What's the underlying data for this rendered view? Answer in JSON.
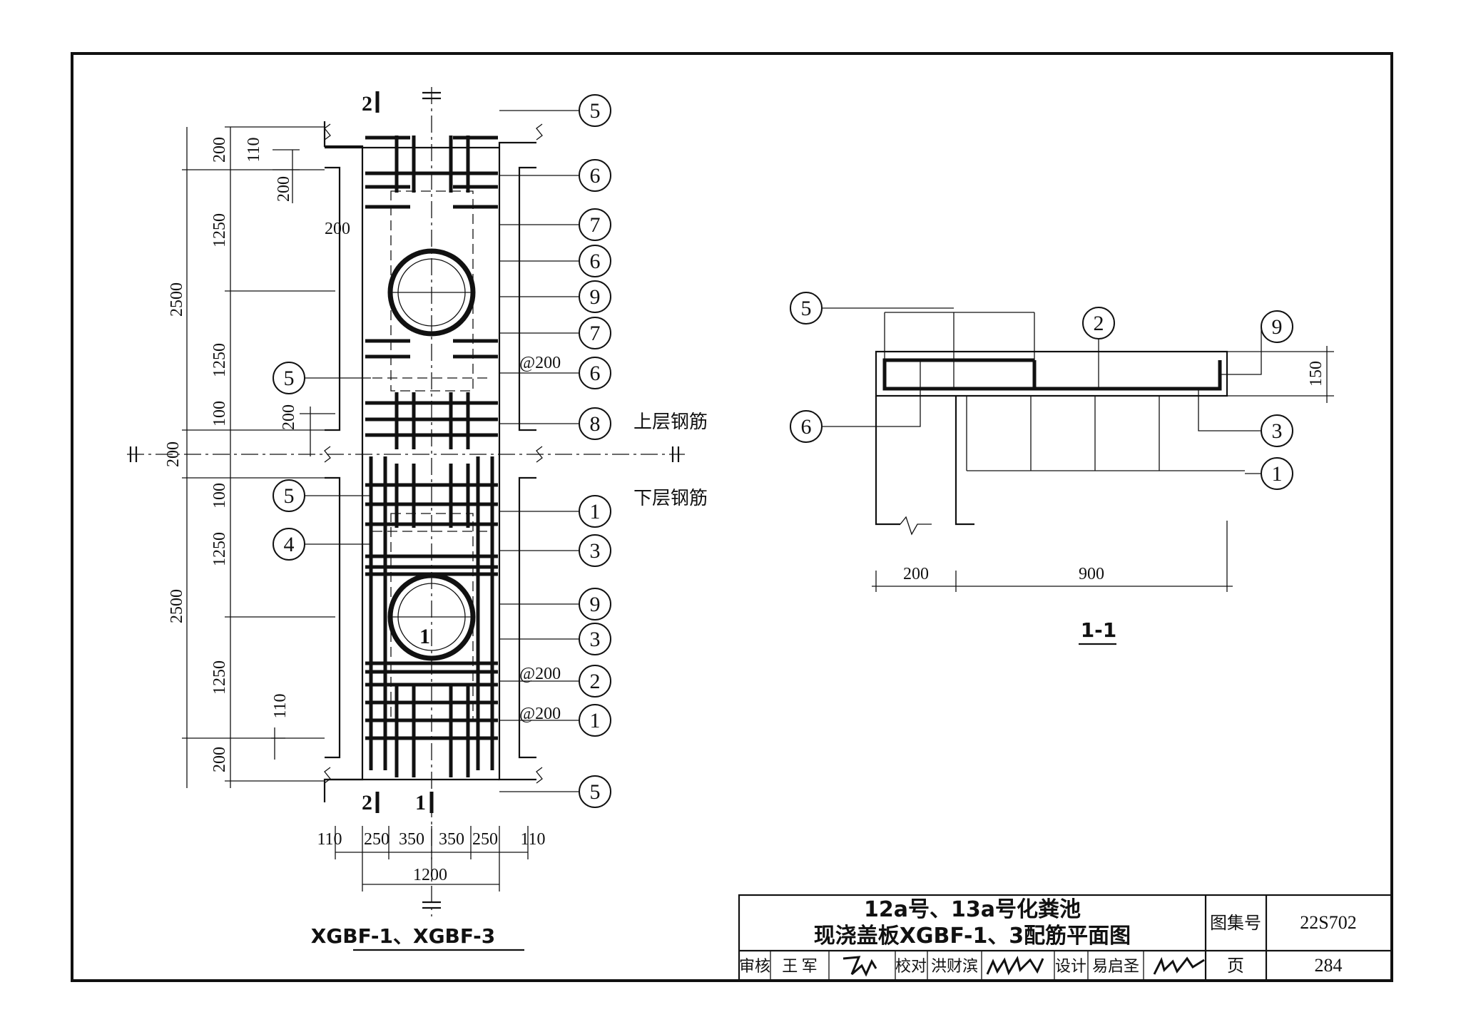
{
  "plan": {
    "dims_left_outer": [
      "200",
      "2500",
      "200",
      "2500",
      "200"
    ],
    "dims_left_inner": [
      "1250",
      "1250",
      "100",
      "100",
      "1250",
      "1250"
    ],
    "dims_small": [
      "110",
      "200",
      "200",
      "200",
      "110"
    ],
    "dims_bottom": [
      "110",
      "250",
      "350",
      "350",
      "250",
      "110"
    ],
    "dim_total_width": "1200",
    "spacing_notes": [
      "@200",
      "@200",
      "@200"
    ],
    "section_marks": [
      "2",
      "2",
      "1",
      "1"
    ],
    "callouts_right": [
      "5",
      "6",
      "7",
      "6",
      "9",
      "7",
      "6",
      "8",
      "1",
      "3",
      "9",
      "3",
      "2",
      "1",
      "5"
    ],
    "callouts_left": [
      "5",
      "5",
      "4"
    ],
    "layer_labels": [
      "上层钢筋",
      "下层钢筋"
    ],
    "caption": "XGBF-1、XGBF-3"
  },
  "section": {
    "callouts": [
      "5",
      "2",
      "9",
      "6",
      "3",
      "1"
    ],
    "dims": [
      "150",
      "200",
      "900"
    ],
    "caption": "1-1"
  },
  "title_block": {
    "title_line1": "12a号、13a号化粪池",
    "title_line2": "现浇盖板XGBF-1、3配筋平面图",
    "atlas_label": "图集号",
    "atlas_no": "22S702",
    "page_label": "页",
    "page_no": "284",
    "review_label": "审核",
    "reviewer": "王 军",
    "check_label": "校对",
    "checker": "洪财滨",
    "design_label": "设计",
    "designer": "易启圣"
  }
}
